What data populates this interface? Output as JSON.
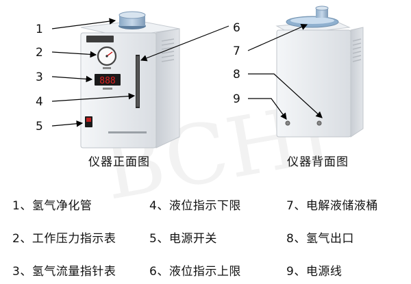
{
  "views": {
    "front_caption": "仪器正面图",
    "back_caption": "仪器背面图"
  },
  "callouts": [
    "1",
    "2",
    "3",
    "4",
    "5",
    "6",
    "7",
    "8",
    "9"
  ],
  "legend": [
    "1、氢气净化管",
    "4、液位指示下限",
    "7、电解液储液桶",
    "2、工作压力指示表",
    "5、电源开关",
    "8、氢气出口",
    "3、氢气流量指针表",
    "6、液位指示上限",
    "9、电源线"
  ],
  "display_digits": "888",
  "watermark": "BCHP",
  "colors": {
    "cabinet": "#dfe3e8",
    "panel_dark": "#1a1a1a",
    "led": "#e02020",
    "arrow": "#000000"
  }
}
